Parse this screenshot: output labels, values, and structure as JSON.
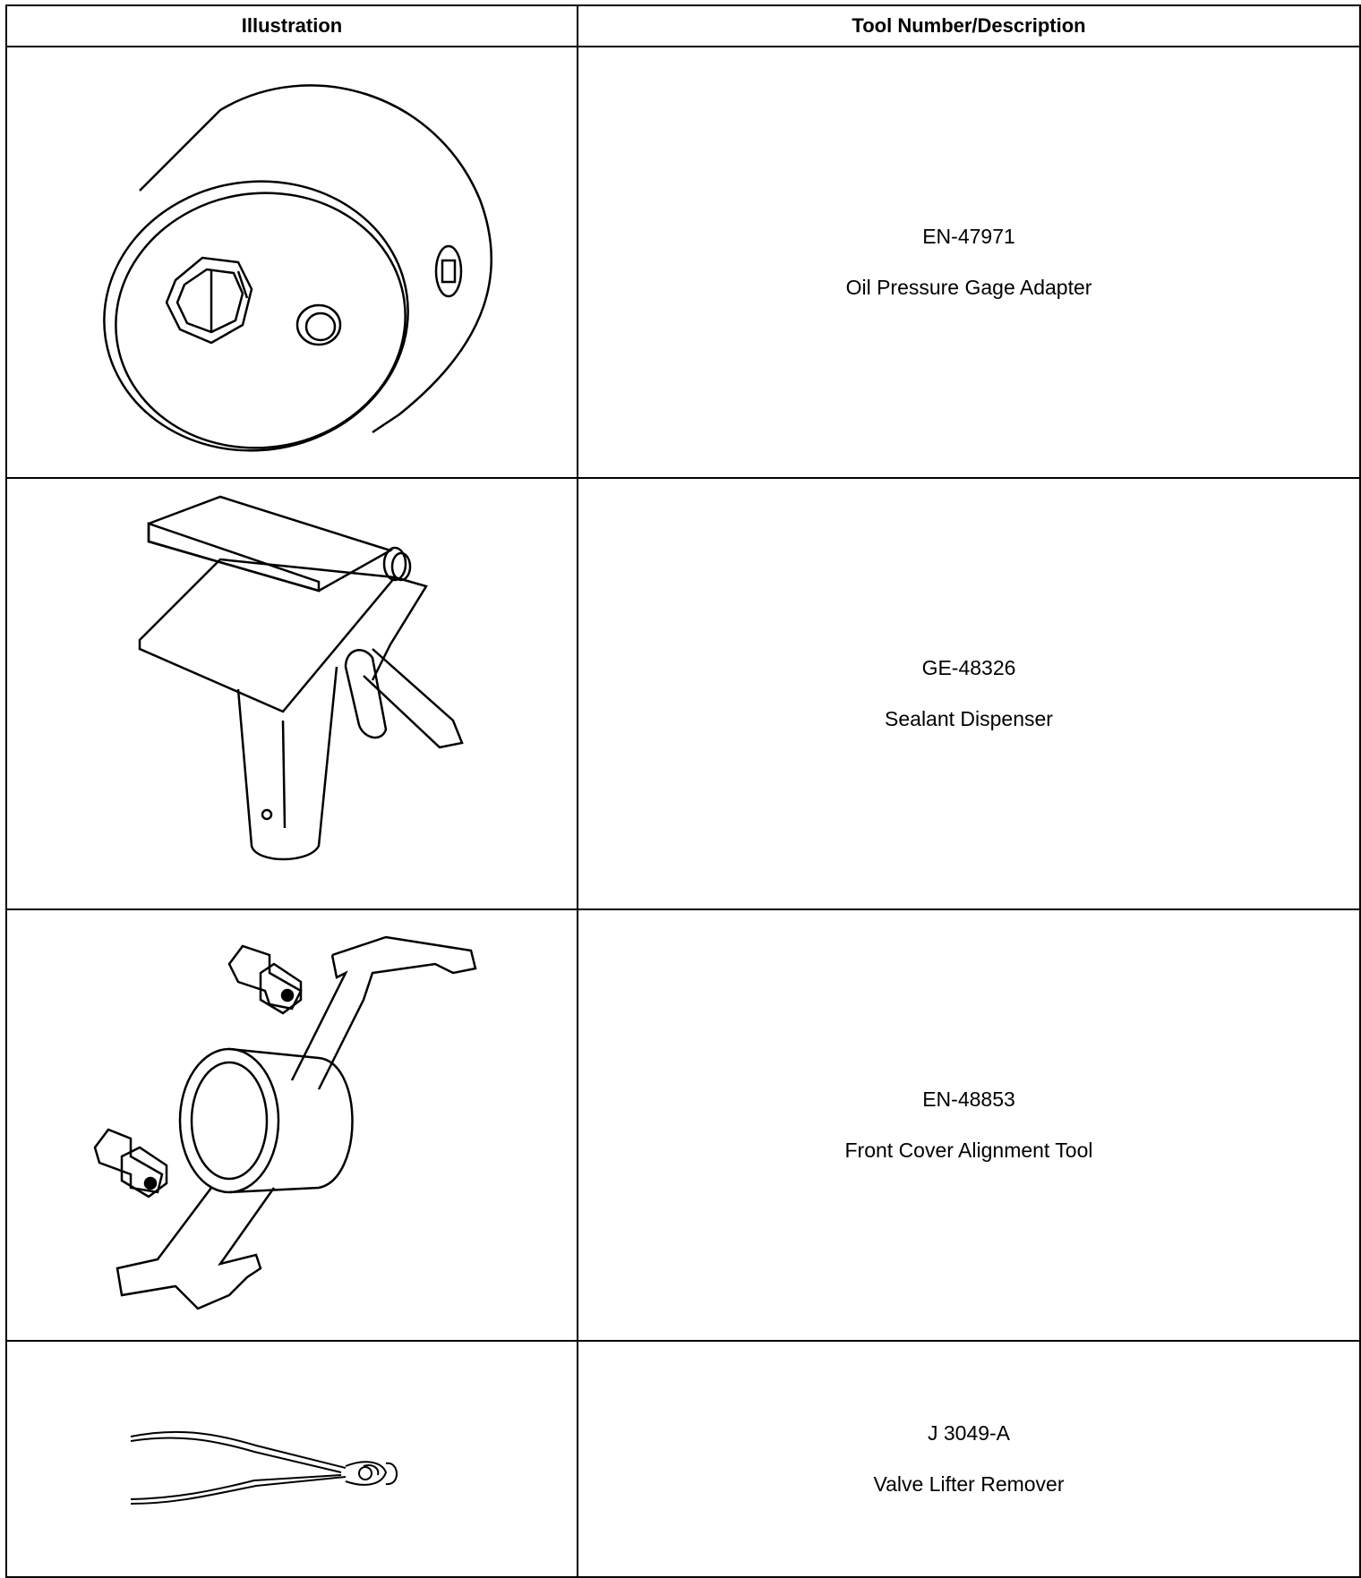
{
  "header": {
    "illustration": "Illustration",
    "tool": "Tool Number/Description"
  },
  "tools": [
    {
      "number": "EN-47971",
      "description": "Oil Pressure Gage Adapter",
      "icon": "oil-pressure-gage-adapter-icon"
    },
    {
      "number": "GE-48326",
      "description": "Sealant Dispenser",
      "icon": "sealant-dispenser-icon"
    },
    {
      "number": "EN-48853",
      "description": "Front Cover Alignment Tool",
      "icon": "front-cover-alignment-tool-icon"
    },
    {
      "number": "J 3049-A",
      "description": "Valve Lifter Remover",
      "icon": "valve-lifter-remover-icon"
    }
  ]
}
